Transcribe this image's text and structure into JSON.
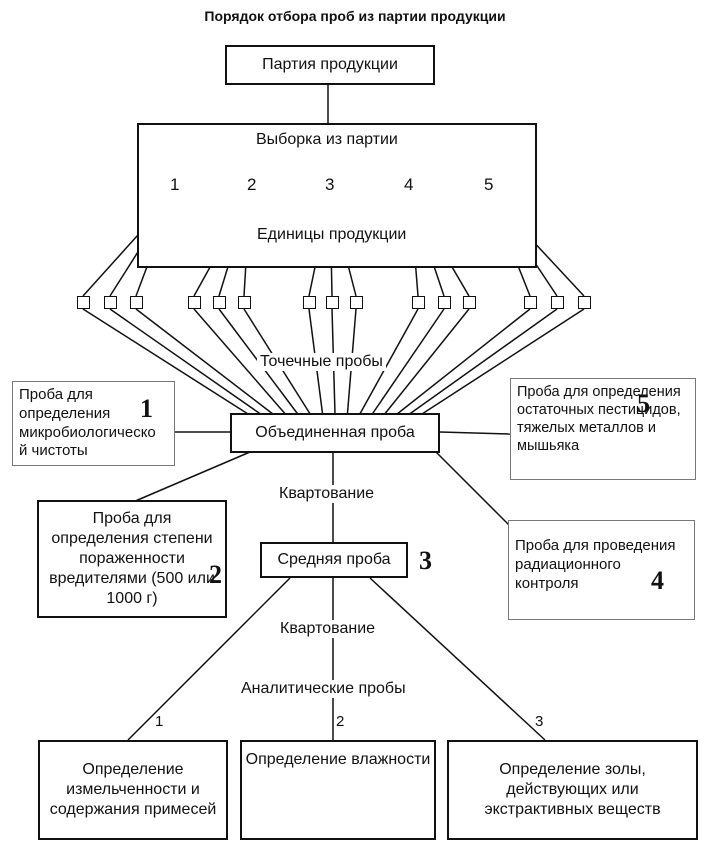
{
  "title": "Порядок отбора проб из партии продукции",
  "batch": "Партия продукции",
  "sample_from_batch": "Выборка из партии",
  "unit_numbers": [
    "1",
    "2",
    "3",
    "4",
    "5"
  ],
  "units_label": "Единицы продукции",
  "point_samples": "Точечные пробы",
  "combined_sample": "Объединенная проба",
  "quartering_1": "Квартование",
  "average_sample": "Средняя проба",
  "quartering_2": "Квартование",
  "analytical_samples": "Аналитические пробы",
  "analytical_numbers": [
    "1",
    "2",
    "3"
  ],
  "side_boxes": {
    "micro": {
      "text": "Проба для определения микробиологическо й чистоты",
      "number": "1"
    },
    "pests": {
      "text": "Проба для определения степени пораженности вредителями (500 или 1000 г)",
      "number": "2"
    },
    "average_number": "3",
    "radiation": {
      "text": "Проба для проведения радиационного контроля",
      "number": "4"
    },
    "pesticides": {
      "text": "Проба для определения остаточных пестицидов, тяжелых металлов и мышьяка",
      "number": "5"
    }
  },
  "bottom_boxes": [
    "Определение измельченности и содержания примесей",
    "Определение влажности",
    "Определение золы, действующих или экстрактивных веществ"
  ]
}
